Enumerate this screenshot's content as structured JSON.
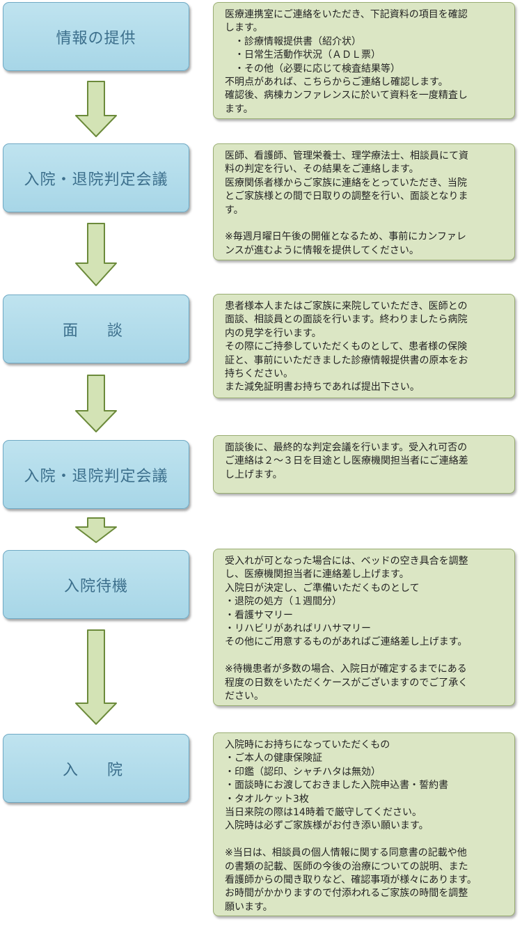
{
  "steps": [
    {
      "label": "情報の提供",
      "desc": [
        "医療連携室にご連絡をいただき、下記資料の項目を確認",
        "します。",
        "　・診療情報提供書（紹介状）",
        "　・日常生活動作状況（ＡＤＬ票）",
        "　・その他（必要に応じて検査結果等）",
        "不明点があれば、こちらからご連絡し確認します。",
        "確認後、病棟カンファレンスに於いて資料を一度精査し",
        "ます。"
      ]
    },
    {
      "label": "入院・退院判定会議",
      "desc": [
        "医師、看護師、管理栄養士、理学療法士、相談員にて資",
        "料の判定を行い、その結果をご連絡します。",
        "医療関係者様からご家族に連絡をとっていただき、当院",
        "とご家族様との間で日取りの調整を行い、面談となりま",
        "す。",
        "",
        "※毎週月曜日午後の開催となるため、事前にカンファレ",
        "ンスが進むように情報を提供してください。"
      ]
    },
    {
      "label": "面　談",
      "desc": [
        "患者様本人またはご家族に来院していただき、医師との",
        "面談、相談員との面談を行います。終わりましたら病院",
        "内の見学を行います。",
        "その際にご持参していただくものとして、患者様の保険",
        "証と、事前にいただきました診療情報提供書の原本をお",
        "持ちください。",
        "また減免証明書お持ちであれば提出下さい。"
      ]
    },
    {
      "label": "入院・退院判定会議",
      "desc": [
        "面談後に、最終的な判定会議を行います。受入れ可否の",
        "ご連絡は２～３日を目途とし医療機関担当者にご連絡差",
        "し上げます。"
      ]
    },
    {
      "label": "入院待機",
      "desc": [
        "受入れが可となった場合には、ベッドの空き具合を調整",
        "し、医療機関担当者に連絡差し上げます。",
        "入院日が決定し、ご準備いただくものとして",
        "・退院の処方（１週間分）",
        "・看護サマリー",
        "・リハビリがあればリハサマリー",
        "その他にご用意するものがあればご連絡差し上げます。",
        "",
        "※待機患者が多数の場合、入院日が確定するまでにある",
        "程度の日数をいただくケースがございますのでご了承く",
        "ださい。"
      ]
    },
    {
      "label": "入　院",
      "desc": [
        "入院時にお持ちになっていただくもの",
        "・ご本人の健康保険証",
        "・印鑑（認印、シャチハタは無効）",
        "・面談時にお渡しておきました入院申込書・誓約書",
        "・タオルケット3枚",
        "当日来院の際は14時着で厳守してください。",
        "入院時は必ずご家族様がお付き添い願います。",
        "",
        "※当日は、相談員の個人情報に関する同意書の記載や他",
        "の書類の記載、医師の今後の治療についての説明、また",
        "看護師からの聞き取りなど、確認事項が様々にあります。",
        "お時間がかかりますので付添われるご家族の時間を調整",
        "願います。"
      ]
    }
  ],
  "colors": {
    "step_fill": "#a7d6e7",
    "step_text": "#3c6f8c",
    "desc_fill": "#dbe6c4",
    "arrow_fill": "#d3e3b5",
    "arrow_stroke": "#6b8a3a"
  }
}
